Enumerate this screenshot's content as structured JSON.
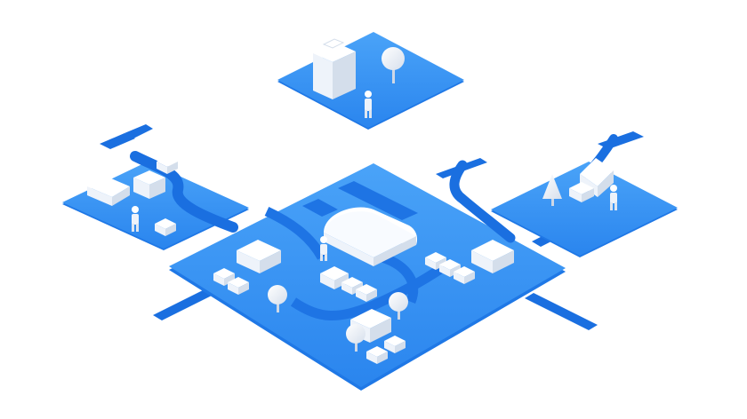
{
  "colors": {
    "platform_light": "#3c98f5",
    "platform_dark": "#1f78e6",
    "road": "#1a6fe0",
    "building_top": "#ffffff",
    "building_left": "#eef3fa",
    "building_right": "#d4deeb",
    "shadow": "#1760c8"
  },
  "scene": {
    "platforms": [
      "top-platform",
      "left-platform",
      "center-platform",
      "right-platform"
    ],
    "icons": [
      "warehouse-icon",
      "building-icon",
      "house-icon",
      "truck-icon",
      "person-icon",
      "tree-icon",
      "road-icon"
    ]
  }
}
